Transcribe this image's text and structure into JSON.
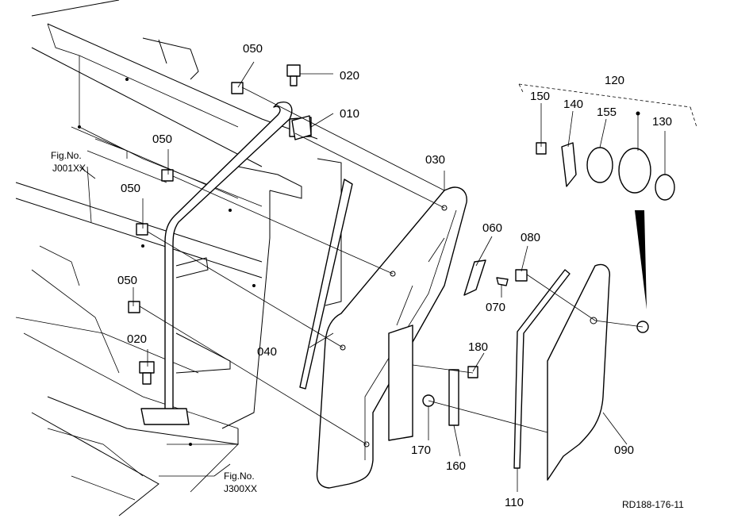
{
  "diagram": {
    "ref_code": "RD188-176-11",
    "labels": {
      "p010": "010",
      "p020a": "020",
      "p020b": "020",
      "p030": "030",
      "p040": "040",
      "p050a": "050",
      "p050b": "050",
      "p050c": "050",
      "p050d": "050",
      "p060": "060",
      "p070": "070",
      "p080": "080",
      "p090": "090",
      "p110": "110",
      "p120": "120",
      "p130": "130",
      "p140": "140",
      "p150": "150",
      "p155": "155",
      "p160": "160",
      "p170": "170",
      "p180": "180"
    },
    "figrefs": {
      "ref1_title": "Fig.No.",
      "ref1_code": "J001XX",
      "ref2_title": "Fig.No.",
      "ref2_code": "J300XX"
    }
  }
}
